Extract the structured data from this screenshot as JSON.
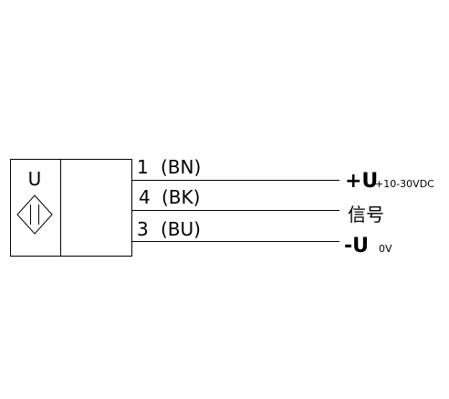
{
  "sensor": {
    "label": "U"
  },
  "wires": [
    {
      "pin": "1",
      "code": "(BN)",
      "terminal": "+U",
      "note": "+10-30VDC"
    },
    {
      "pin": "4",
      "code": "(BK)",
      "terminal": "信号",
      "note": ""
    },
    {
      "pin": "3",
      "code": "(BU)",
      "terminal": "-U",
      "note": "0V"
    }
  ]
}
